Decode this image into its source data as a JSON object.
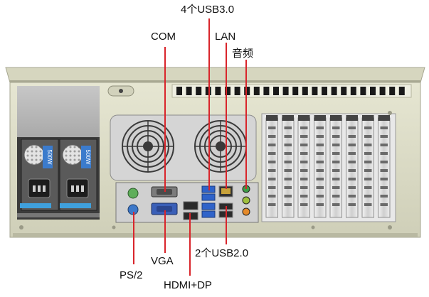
{
  "labels": {
    "usb30": "4个USB3.0",
    "com": "COM",
    "lan": "LAN",
    "audio": "音频",
    "vga": "VGA",
    "usb20": "2个USB2.0",
    "ps2": "PS/2",
    "hdmi_dp": "HDMI+DP"
  },
  "psu": {
    "modules": [
      {
        "label": "500W"
      },
      {
        "label": "500W"
      }
    ]
  },
  "expansion_slots": {
    "count": 8
  },
  "fans": {
    "count": 2
  },
  "colors": {
    "chassis": "#dcdcc6",
    "chassis_shadow": "#b9b9a2",
    "leader_line": "#d9252b",
    "usb3_port": "#2f63c9",
    "ps2_keyboard": "#5fae5a",
    "ps2_mouse": "#3d78c9",
    "vga_port": "#3a5fb8",
    "audio_jacks": [
      "#3e9c46",
      "#9fc03e",
      "#e58a2a"
    ],
    "psu_latch": "#3fa0dc"
  }
}
